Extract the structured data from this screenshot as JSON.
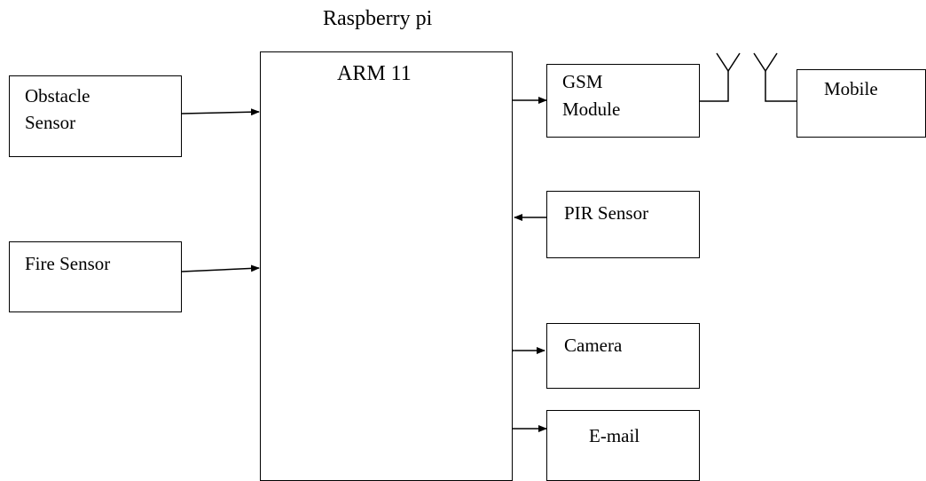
{
  "diagram": {
    "title": "Raspberry pi",
    "processor": {
      "label": "ARM 11"
    },
    "inputs": {
      "obstacle_sensor": {
        "line1": "Obstacle",
        "line2": "Sensor"
      },
      "fire_sensor": {
        "label": "Fire Sensor"
      },
      "pir_sensor": {
        "label": "PIR Sensor"
      }
    },
    "outputs": {
      "gsm_module": {
        "line1": "GSM",
        "line2": "Module"
      },
      "mobile": {
        "label": "Mobile"
      },
      "email": {
        "label": "E-mail"
      }
    },
    "bidirectional": {
      "camera": {
        "label": "Camera"
      }
    }
  }
}
